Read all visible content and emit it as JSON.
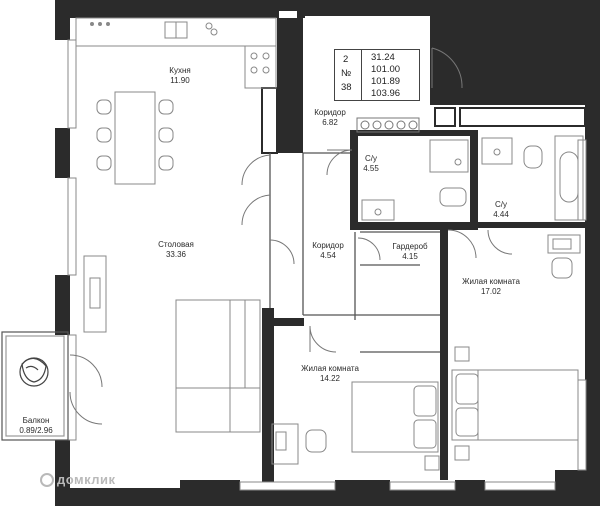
{
  "apartment": {
    "rooms": "2",
    "number_label": "№",
    "number": "38",
    "areas": [
      "31.24",
      "101.00",
      "101.89",
      "103.96"
    ]
  },
  "rooms": {
    "kitchen": {
      "name": "Кухня",
      "area": "11.90"
    },
    "dining": {
      "name": "Столовая",
      "area": "33.36"
    },
    "corridor_top": {
      "name": "Коридор",
      "area": "6.82"
    },
    "bath1": {
      "name": "С/у",
      "area": "4.55"
    },
    "bath2": {
      "name": "С/у",
      "area": "4.44"
    },
    "corridor_mid": {
      "name": "Коридор",
      "area": "4.54"
    },
    "wardrobe": {
      "name": "Гардероб",
      "area": "4.15"
    },
    "living1": {
      "name": "Жилая комната",
      "area": "17.02"
    },
    "living2": {
      "name": "Жилая комната",
      "area": "14.22"
    },
    "balcony": {
      "name": "Балкон",
      "area": "0.89/2.96"
    }
  },
  "watermark": {
    "text": "домклик",
    "icon": "domclick-logo-icon"
  },
  "colors": {
    "wall": "#2b2b2b",
    "line": "#8a8a8a",
    "label": "#2a2a2a"
  }
}
